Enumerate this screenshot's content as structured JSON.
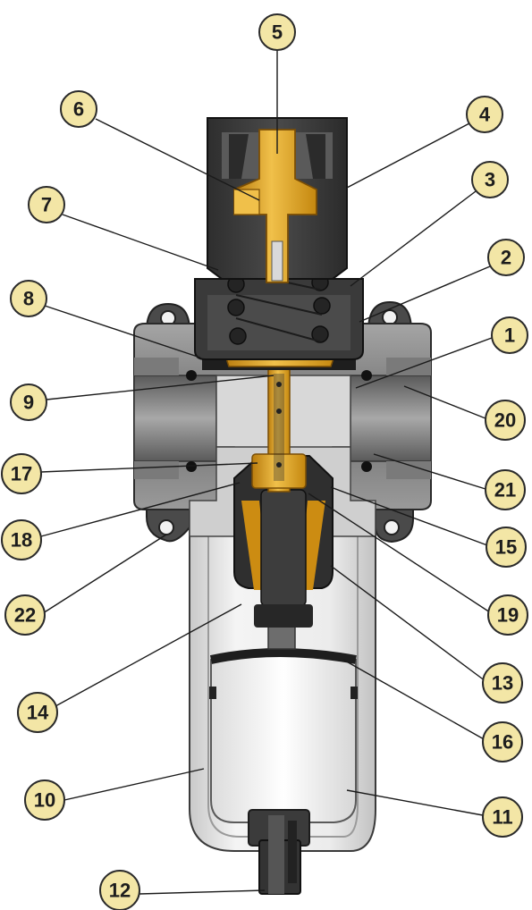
{
  "diagram": {
    "callouts": [
      {
        "id": "c5",
        "label": "5"
      },
      {
        "id": "c6",
        "label": "6"
      },
      {
        "id": "c4",
        "label": "4"
      },
      {
        "id": "c7",
        "label": "7"
      },
      {
        "id": "c3",
        "label": "3"
      },
      {
        "id": "c8",
        "label": "8"
      },
      {
        "id": "c2",
        "label": "2"
      },
      {
        "id": "c1",
        "label": "1"
      },
      {
        "id": "c9",
        "label": "9"
      },
      {
        "id": "c20",
        "label": "20"
      },
      {
        "id": "c17",
        "label": "17"
      },
      {
        "id": "c21",
        "label": "21"
      },
      {
        "id": "c18",
        "label": "18"
      },
      {
        "id": "c15",
        "label": "15"
      },
      {
        "id": "c22",
        "label": "22"
      },
      {
        "id": "c19",
        "label": "19"
      },
      {
        "id": "c14",
        "label": "14"
      },
      {
        "id": "c13",
        "label": "13"
      },
      {
        "id": "c16",
        "label": "16"
      },
      {
        "id": "c10",
        "label": "10"
      },
      {
        "id": "c11",
        "label": "11"
      },
      {
        "id": "c12",
        "label": "12"
      }
    ],
    "colors": {
      "brass": "#e3a21a",
      "dark_plastic": "#3c3c3c",
      "body_gray": "#8a8a8a",
      "bowl_light": "#e4e4e4",
      "callout_fill": "#f3e6a6"
    }
  }
}
